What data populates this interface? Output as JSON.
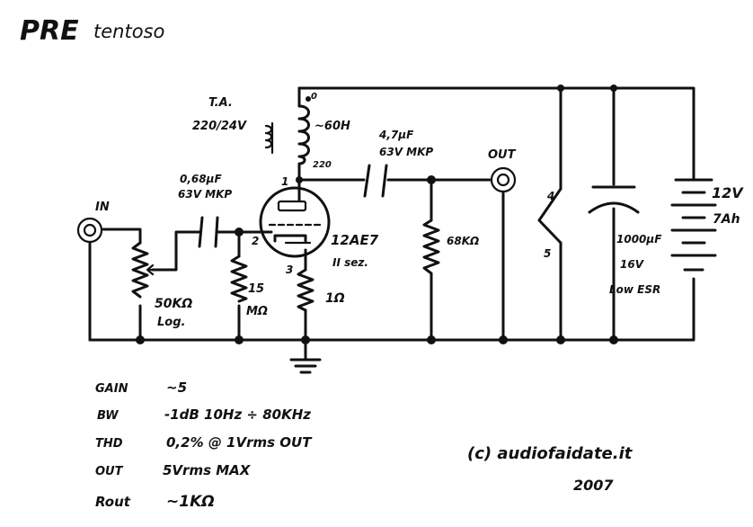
{
  "title_main": "PRE",
  "title_sub": "tentoso",
  "transformer": {
    "label_1": "T.A.",
    "label_2": "220/24V",
    "inductance": "~60H",
    "pin": "220",
    "pin_top": "0"
  },
  "coupling_cap_in": {
    "value": "0,68μF",
    "rating": "63V MKP"
  },
  "coupling_cap_out": {
    "value": "4,7μF",
    "rating": "63V MKP"
  },
  "input_label": "IN",
  "output_label": "OUT",
  "pot": {
    "value": "50KΩ",
    "taper": "Log."
  },
  "grid_resistor": {
    "value": "15",
    "unit": "MΩ"
  },
  "cathode_resistor": "1Ω",
  "load_resistor": "68KΩ",
  "tube": {
    "type": "12AE7",
    "section": "II sez."
  },
  "pins": {
    "plate": "1",
    "grid": "2",
    "cathode": "3",
    "p4": "4",
    "p5": "5"
  },
  "filter_cap": {
    "value": "1000μF",
    "voltage": "16V",
    "esr": "Low ESR"
  },
  "battery": {
    "voltage": "12V",
    "capacity": "7Ah"
  },
  "specs": [
    {
      "key": "GAIN",
      "value": "~5"
    },
    {
      "key": "BW",
      "value": "-1dB  10Hz ÷ 80KHz"
    },
    {
      "key": "THD",
      "value": "0,2% @ 1Vrms OUT"
    },
    {
      "key": "OUT",
      "value": "5Vrms MAX"
    },
    {
      "key": "Rout",
      "value": "~1KΩ"
    }
  ],
  "credit": {
    "site": "(c) audiofaidate.it",
    "year": "2007"
  }
}
